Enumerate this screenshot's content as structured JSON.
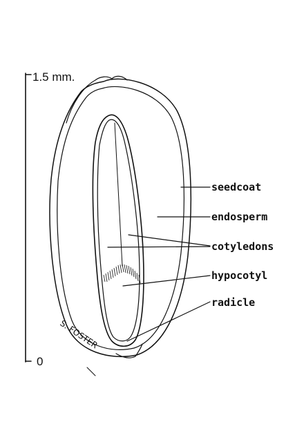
{
  "scale": {
    "top_label": "1.5 mm.",
    "bottom_label": "0"
  },
  "labels": {
    "seedcoat": "seedcoat",
    "endosperm": "endosperm",
    "cotyledons": "cotyledons",
    "hypocotyl": "hypocotyl",
    "radicle": "radicle"
  },
  "signature": "S. FOSTER"
}
